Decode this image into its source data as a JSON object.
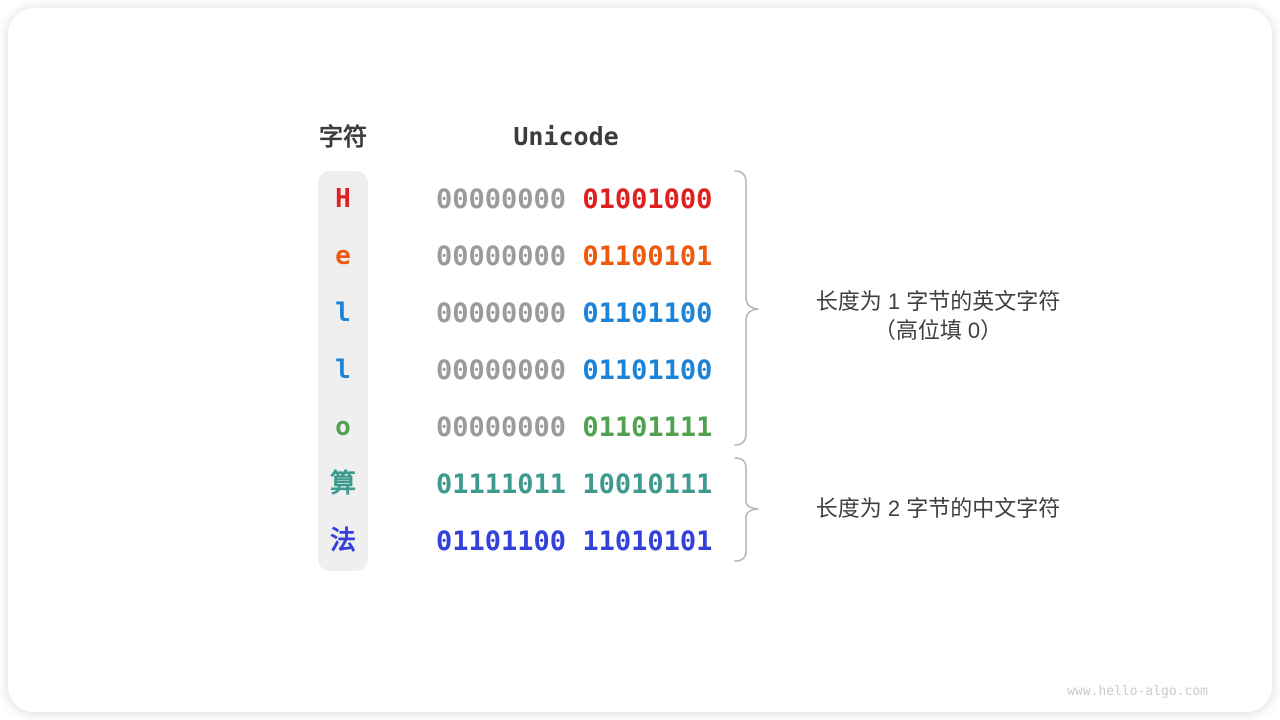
{
  "table": {
    "headers": {
      "char": "字符",
      "unicode": "Unicode"
    },
    "rows": [
      {
        "char": "H",
        "char_color": "#e02020",
        "byte1": "00000000",
        "byte1_color": "#9b9b9b",
        "byte2": "01001000",
        "byte2_color": "#e02020"
      },
      {
        "char": "e",
        "char_color": "#ed5a0d",
        "byte1": "00000000",
        "byte1_color": "#9b9b9b",
        "byte2": "01100101",
        "byte2_color": "#ed5a0d"
      },
      {
        "char": "l",
        "char_color": "#1b84d8",
        "byte1": "00000000",
        "byte1_color": "#9b9b9b",
        "byte2": "01101100",
        "byte2_color": "#1b84d8"
      },
      {
        "char": "l",
        "char_color": "#1b84d8",
        "byte1": "00000000",
        "byte1_color": "#9b9b9b",
        "byte2": "01101100",
        "byte2_color": "#1b84d8"
      },
      {
        "char": "o",
        "char_color": "#50a150",
        "byte1": "00000000",
        "byte1_color": "#9b9b9b",
        "byte2": "01101111",
        "byte2_color": "#50a150"
      },
      {
        "char": "算",
        "char_color": "#3e9a8e",
        "byte1": "01111011",
        "byte1_color": "#3e9a8e",
        "byte2": "10010111",
        "byte2_color": "#3e9a8e"
      },
      {
        "char": "法",
        "char_color": "#3340d9",
        "byte1": "01101100",
        "byte1_color": "#3340d9",
        "byte2": "11010101",
        "byte2_color": "#3340d9"
      }
    ]
  },
  "annotations": {
    "group1": {
      "line1": "长度为 1 字节的英文字符",
      "line2": "（高位填 0）"
    },
    "group2": {
      "line1": "长度为 2 字节的中文字符"
    }
  },
  "watermark": "www.hello-algo.com",
  "colors": {
    "heading_text": "#3c3c3c",
    "annotation_text": "#3f3f3f",
    "binary_gray": "#9b9b9b",
    "column_background": "#efefef",
    "brace": "#b5b5b5",
    "watermark": "#cbcbcb",
    "card_background": "#ffffff"
  }
}
